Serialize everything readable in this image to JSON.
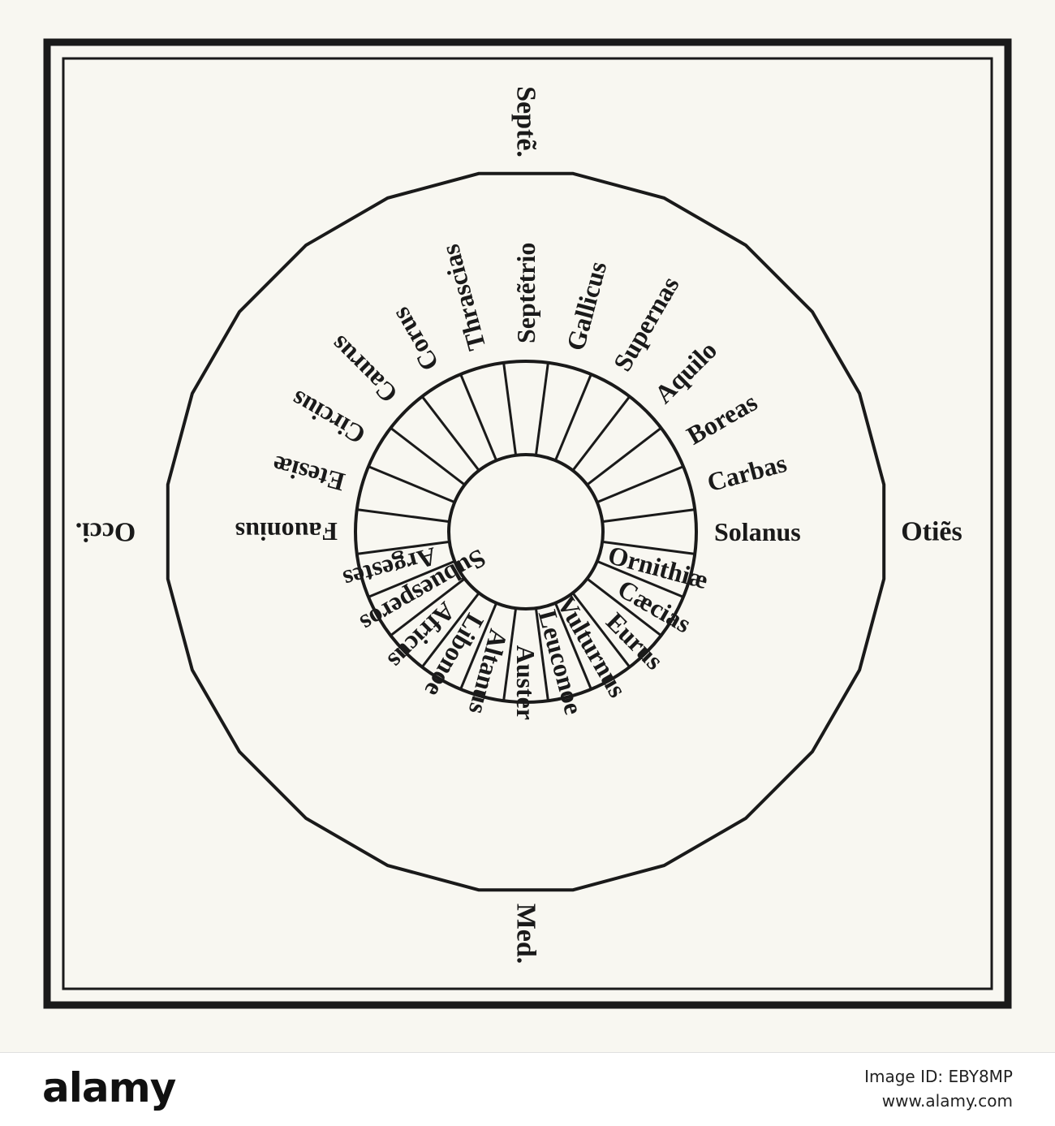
{
  "cardinals": {
    "north": "Septẽ.",
    "east": "Otiẽs",
    "south": "Med.",
    "west": "Occi."
  },
  "winds": [
    "Septẽtrio",
    "Gallicus",
    "Supernas",
    "Aquilo",
    "Boreas",
    "Carbas",
    "Solanus",
    "Ornithiæ",
    "Cæcias",
    "Eurus",
    "Vulturnus",
    "Leuconoe",
    "Auster",
    "Altanus",
    "Libonoe",
    "Africus",
    "Subuesperos",
    "Argestes",
    "Fauonius",
    "Etesiæ",
    "Circius",
    "Caurus",
    "Corus",
    "Thrascias"
  ],
  "footer": {
    "logo": "alamy",
    "image_id_line": "Image ID: EBY8MP",
    "site": "www.alamy.com"
  },
  "colors": {
    "ink": "#1a1a1a",
    "paper": "#f8f7f1",
    "footer_bg": "#ffffff"
  }
}
